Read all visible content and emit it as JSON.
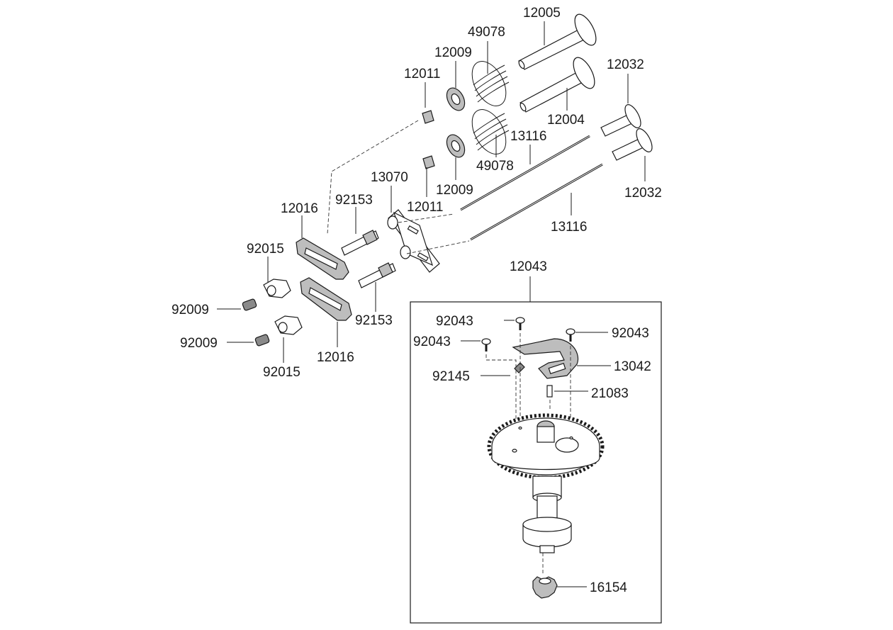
{
  "labels": {
    "l12005": "12005",
    "l49078a": "49078",
    "l12009a": "12009",
    "l12011a": "12011",
    "l12032a": "12032",
    "l12004": "12004",
    "l13116a": "13116",
    "l49078b": "49078",
    "l13070": "13070",
    "l12009b": "12009",
    "l12011b": "12011",
    "l12032b": "12032",
    "l12016a": "12016",
    "l92153a": "92153",
    "l13116b": "13116",
    "l92015a": "92015",
    "l12043": "12043",
    "l92009a": "92009",
    "l92153b": "92153",
    "l92043a": "92043",
    "l92043b": "92043",
    "l92043c": "92043",
    "l92009b": "92009",
    "l12016b": "12016",
    "l92015b": "92015",
    "l13042": "13042",
    "l92145": "92145",
    "l21083": "21083",
    "l16154": "16154"
  }
}
